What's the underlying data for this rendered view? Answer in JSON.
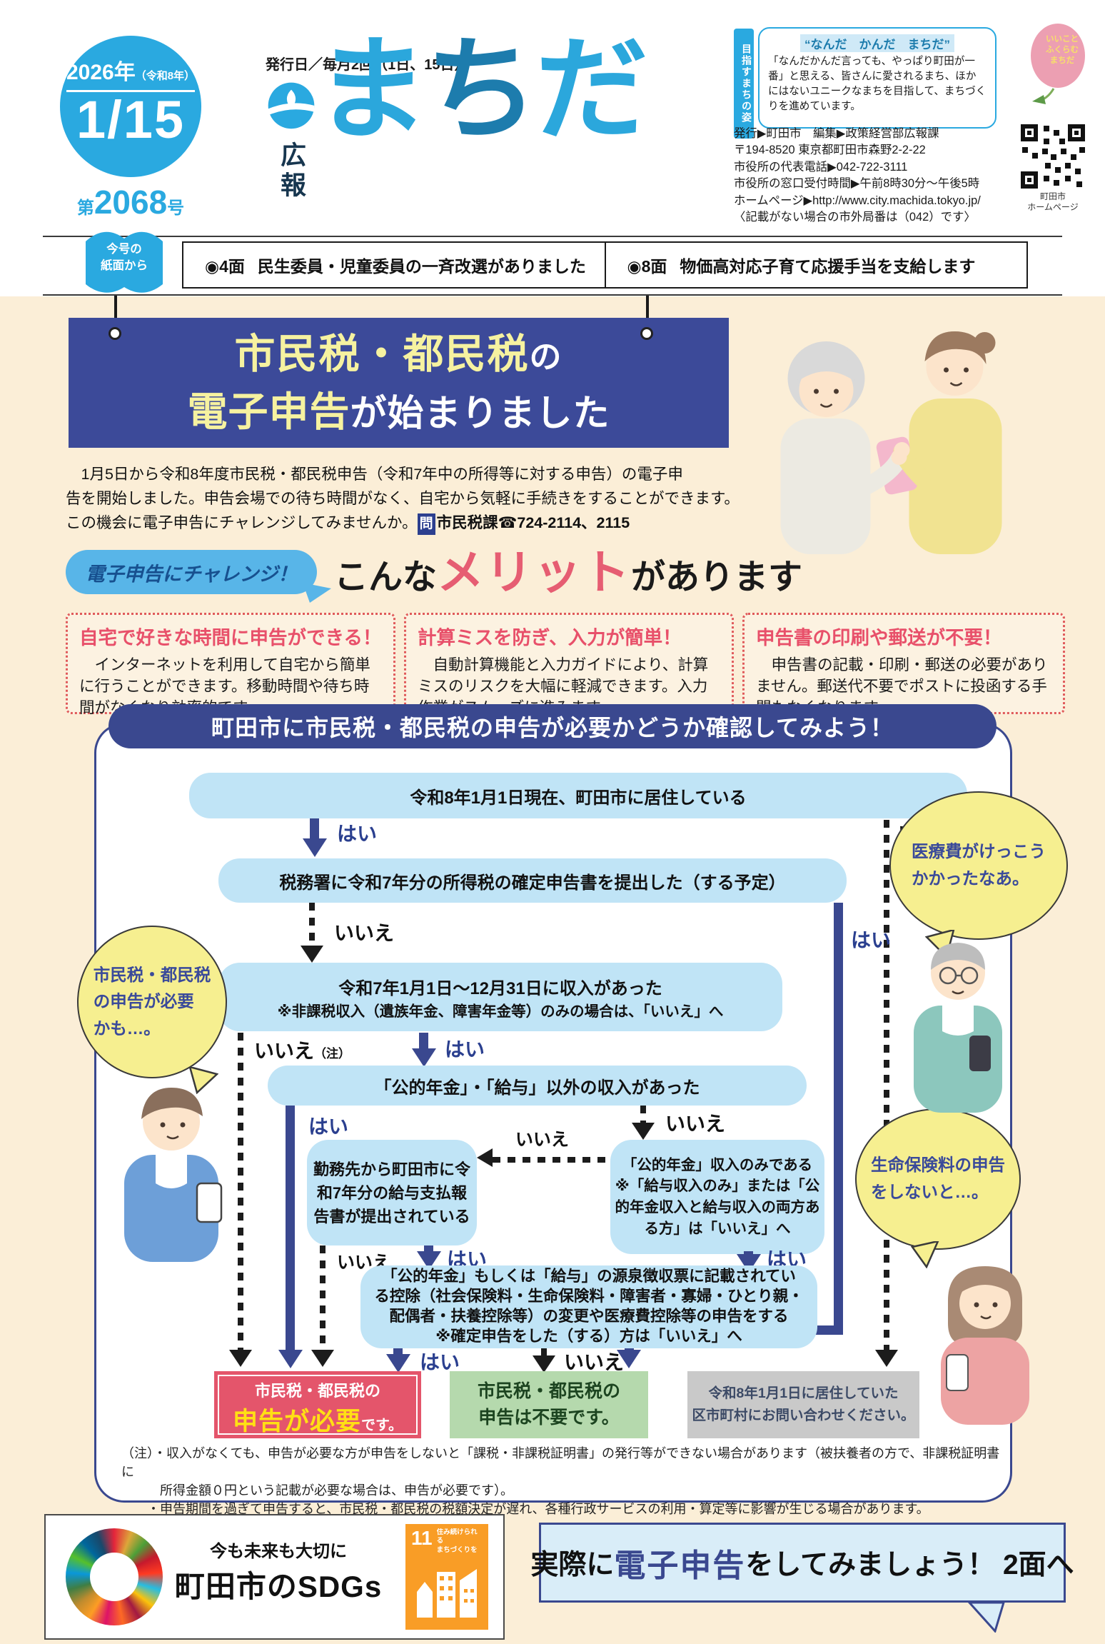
{
  "header": {
    "year": "2026年",
    "era": "（令和8年）",
    "date": "1/15",
    "issue_prefix": "第",
    "issue_number": "2068",
    "issue_suffix": "号",
    "pub_freq": "発行日／毎月2回（1日、15日）",
    "logo_koho": "広報",
    "logo_machida_1": "ま",
    "logo_machida_2": "ち",
    "logo_machida_3": "だ",
    "vision_tab": "目指すまちの姿",
    "vision_title": "“なんだ　かんだ　まちだ”",
    "vision_body": "「なんだかんだ言っても、やっぱり町田が一番」と思える、皆さんに愛されるまち、ほかにはないユニークなまちを目指して、まちづくりを進めています。",
    "balloon_text": "いいこと\nふくらむ\nまちだ",
    "publisher_lines": [
      "発行▶町田市　編集▶政策経営部広報課",
      "〒194-8520 東京都町田市森野2-2-22",
      "市役所の代表電話▶042-722-3111",
      "市役所の窓口受付時間▶午前8時30分～午後5時",
      "ホームページ▶http://www.city.machida.tokyo.jp/",
      "〈記載がない場合の市外局番は（042）です〉"
    ],
    "qr_caption": "町田市\nホームページ"
  },
  "toc": {
    "label": "今号の\n紙面から",
    "items": [
      {
        "page": "◉4面",
        "text": "民生委員・児童委員の一斉改選がありました"
      },
      {
        "page": "◉8面",
        "text": "物価高対応子育て応援手当を支給します"
      }
    ]
  },
  "feature": {
    "title_l1_em": "市民税・都民税",
    "title_l1_rest": "の",
    "title_l2_em": "電子申告",
    "title_l2_rest": "が始まりました",
    "para_l1": "　1月5日から令和8年度市民税・都民税申告（令和7年中の所得等に対する申告）の電子申",
    "para_l2": "告を開始しました。申告会場での待ち時間がなく、自宅から気軽に手続きをすることができます。",
    "para_l3": "この機会に電子申告にチャレンジしてみませんか。",
    "contact_mark": "問",
    "contact": "市民税課☎724-2114、2115"
  },
  "merit": {
    "bubble": "電子申告にチャレンジ！",
    "heading_pre": "こんな",
    "heading_em": "メリット",
    "heading_post": "があります",
    "boxes": [
      {
        "title": "自宅で好きな時間に申告ができる！",
        "body": "　インターネットを利用して自宅から簡単に行うことができます。移動時間や待ち時間がなくなり効率的です。"
      },
      {
        "title": "計算ミスを防ぎ、入力が簡単！",
        "body": "　自動計算機能と入力ガイドにより、計算ミスのリスクを大幅に軽減できます。入力作業がスムーズに進みます。"
      },
      {
        "title": "申告書の印刷や郵送が不要！",
        "body": "　申告書の記載・印刷・郵送の必要がありません。郵送代不要でポストに投函する手間もなくなります。"
      }
    ]
  },
  "flow": {
    "title": "町田市に市民税・都民税の申告が必要かどうか確認してみよう！",
    "yes": "はい",
    "no": "いいえ",
    "note_ref": "（注）",
    "box_residence": "令和8年1月1日現在、町田市に居住している",
    "box_final_return": "税務署に令和7年分の所得税の確定申告書を提出した（する予定）",
    "box_income_l1": "令和7年1月1日～12月31日に収入があった",
    "box_income_l2": "※非課税収入（遺族年金、障害年金等）のみの場合は、「いいえ」へ",
    "box_other_income": "「公的年金」・「給与」以外の収入があった",
    "box_payroll": "勤務先から町田市に令\n和7年分の給与支払報\n告書が提出されている",
    "box_pension_only": "「公的年金」収入のみである\n※「給与収入のみ」または「公\n的年金収入と給与収入の両方あ\nる方」は「いいえ」へ",
    "box_deduction": "「公的年金」もしくは「給与」の源泉徴収票に記載されてい\nる控除（社会保険料・生命保険料・障害者・寡婦・ひとり親・\n配偶者・扶養控除等）の変更や医療費控除等の申告をする\n※確定申告をした（する）方は「いいえ」へ",
    "result_need_l1": "市民税・都民税の",
    "result_need_em": "申告が必要",
    "result_need_suffix": "です。",
    "result_no_need": "市民税・都民税の\n申告は不要です。",
    "result_other": "令和8年1月1日に居住していた\n区市町村にお問い合わせください。",
    "notes": [
      "（注）・収入がなくても、申告が必要な方が申告をしないと「課税・非課税証明書」の発行等ができない場合があります（被扶養者の方で、非課税証明書に",
      "　　　所得金額０円という記載が必要な場合は、申告が必要です）。",
      "　　・申告期間を過ぎて申告すると、市民税・都民税の税額決定が遅れ、各種行政サービスの利用・算定等に影響が生じる場合があります。"
    ],
    "bubble_left": "市民税・都民税\nの申告が必要\nかも…。",
    "bubble_right_top": "医療費がけっこう\nかかったなあ。",
    "bubble_right_bottom": "生命保険料の申告\nをしないと…。"
  },
  "bottom": {
    "sdgs_catch": "今も未来も大切に",
    "sdgs_title": "町田市のSDGs",
    "sdg11_no": "11",
    "sdg11_label": "住み続けられる\nまちづくりを",
    "cta_pre": "実際に",
    "cta_em": "電子申告",
    "cta_post": "をしてみましょう！ 2面へ"
  }
}
